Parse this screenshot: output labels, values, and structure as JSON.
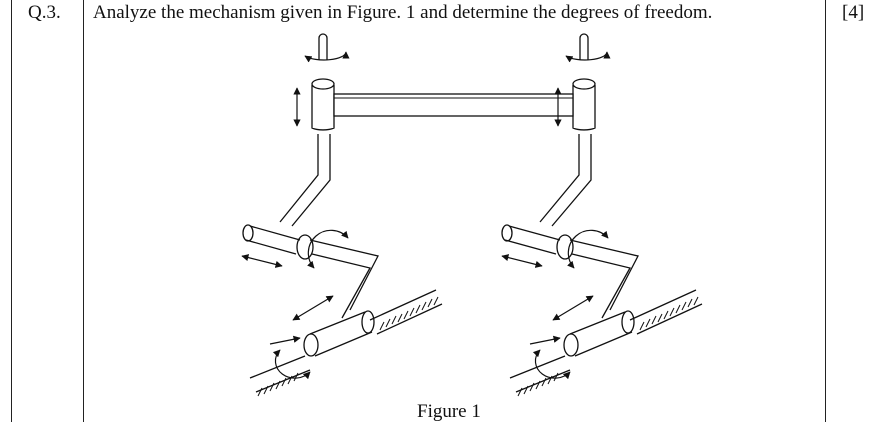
{
  "question": {
    "number": "Q.3.",
    "text": "Analyze the mechanism given in Figure. 1 and determine the degrees of freedom.",
    "marks": "[4]"
  },
  "figure": {
    "caption": "Figure 1"
  },
  "colors": {
    "ink": "#111111",
    "background": "#ffffff"
  }
}
